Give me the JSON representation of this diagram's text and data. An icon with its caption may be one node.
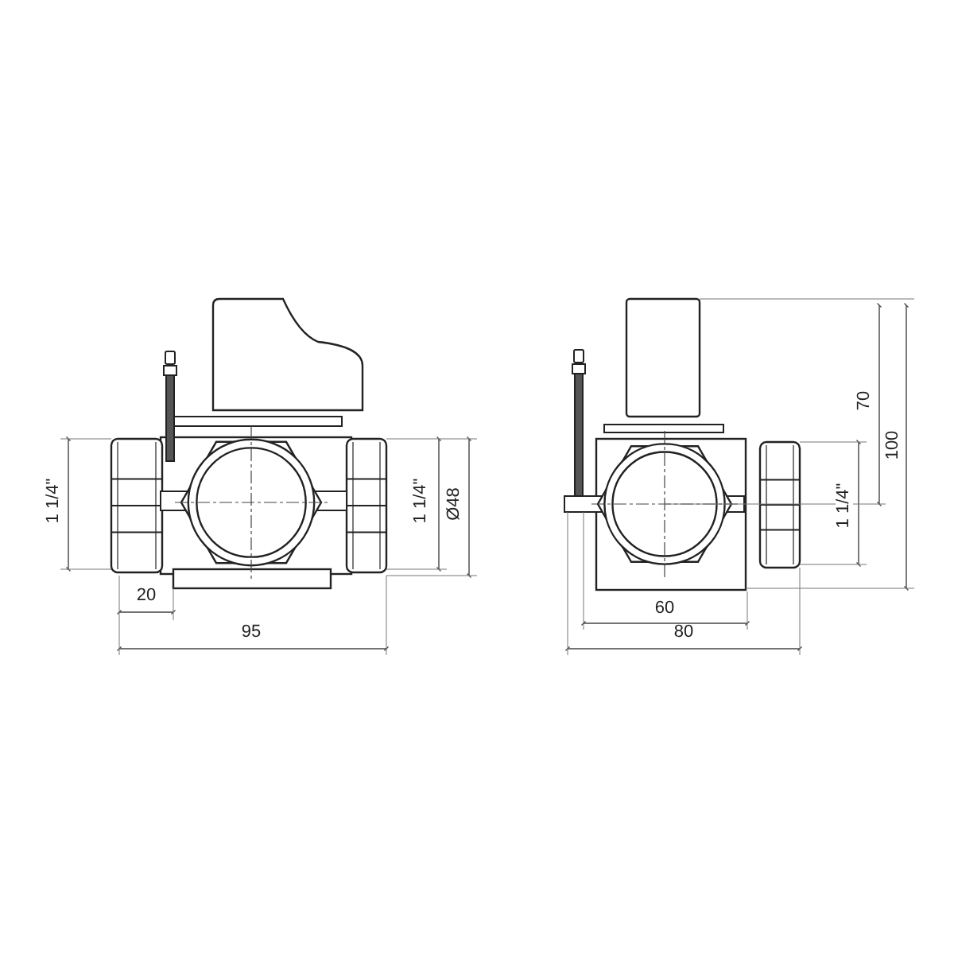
{
  "diagram": {
    "labels": [
      "1 1/4\"",
      "1 1/4\"",
      "Ø48",
      "20",
      "95",
      "70",
      "100",
      "1 1/4\"",
      "60",
      "80"
    ]
  }
}
